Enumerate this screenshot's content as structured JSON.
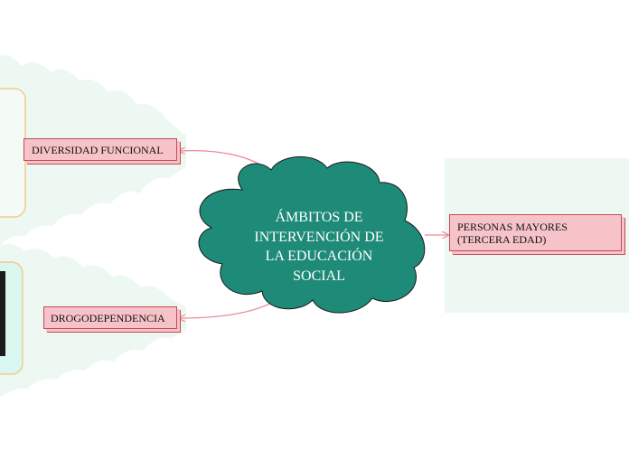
{
  "central_topic": {
    "lines": [
      "ÁMBITOS DE",
      "INTERVENCIÓN DE",
      "LA EDUCACIÓN",
      "SOCIAL"
    ]
  },
  "branches": [
    {
      "label": "DIVERSIDAD FUNCIONAL"
    },
    {
      "label": "DROGODEPENDENCIA"
    },
    {
      "lines": [
        "PERSONAS MAYORES",
        "(TERCERA EDAD)"
      ]
    }
  ],
  "colors": {
    "central_fill": "#1e8a78",
    "node_fill": "#f6c3c8",
    "node_border": "#c6485a",
    "connector": "#ee8896",
    "callout_fill": "#eef8f2",
    "image_frame": "#f3c98e"
  }
}
